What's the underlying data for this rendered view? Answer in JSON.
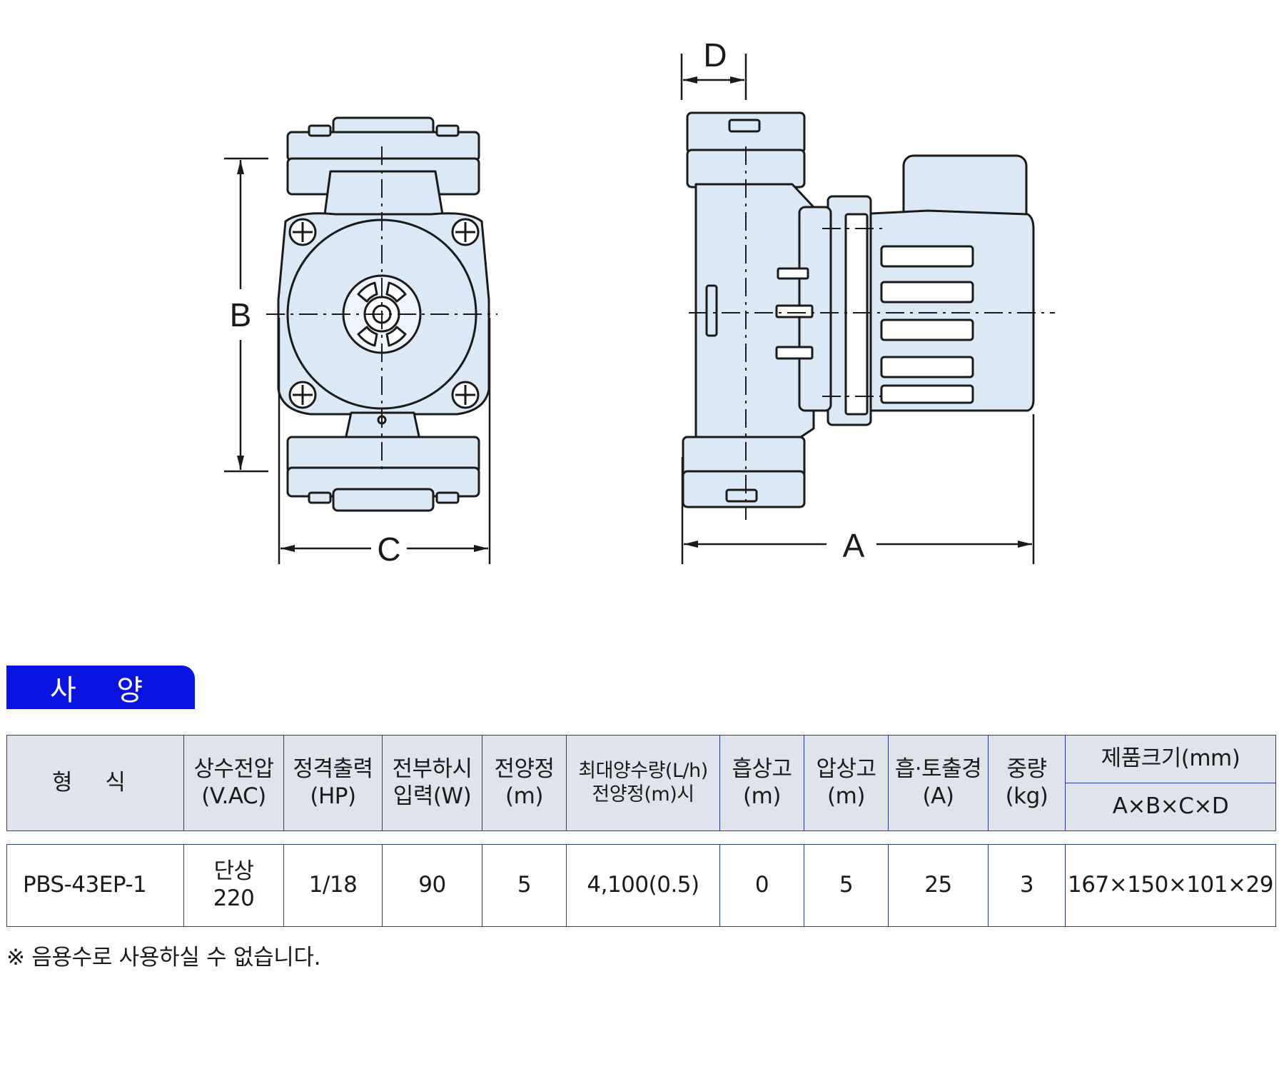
{
  "drawing": {
    "front_view": {
      "height_label": "B",
      "width_label": "C"
    },
    "side_view": {
      "length_label": "A",
      "flange_label": "D"
    }
  },
  "section": {
    "title": "사 양"
  },
  "table": {
    "headers": {
      "model": "형  식",
      "voltage": [
        "상수전압",
        "(V.AC)"
      ],
      "output": [
        "정격출력",
        "(HP)"
      ],
      "input": [
        "전부하시",
        "입력(W)"
      ],
      "head": [
        "전양정",
        "(m)"
      ],
      "max_flow": [
        "최대양수량(L/h)",
        "전양정(m)시"
      ],
      "suction": [
        "흡상고",
        "(m)"
      ],
      "discharge": [
        "압상고",
        "(m)"
      ],
      "bore": [
        "흡·토출경",
        "(A)"
      ],
      "weight": [
        "중량",
        "(kg)"
      ],
      "size": "제품크기(mm)",
      "size_sub": "A×B×C×D"
    },
    "rows": [
      {
        "model": "PBS-43EP-1",
        "voltage": [
          "단상",
          "220"
        ],
        "output": "1/18",
        "input": "90",
        "head": "5",
        "max_flow": "4,100(0.5)",
        "suction": "0",
        "discharge": "5",
        "bore": "25",
        "weight": "3",
        "size": "167×150×101×29"
      }
    ]
  },
  "note": "※ 음용수로 사용하실 수 없습니다.",
  "colors": {
    "accent": "#0a14e0",
    "header_bg": "#dfe3ec",
    "pump_fill": "#dbe9f6",
    "border": "#2b3a9b"
  }
}
